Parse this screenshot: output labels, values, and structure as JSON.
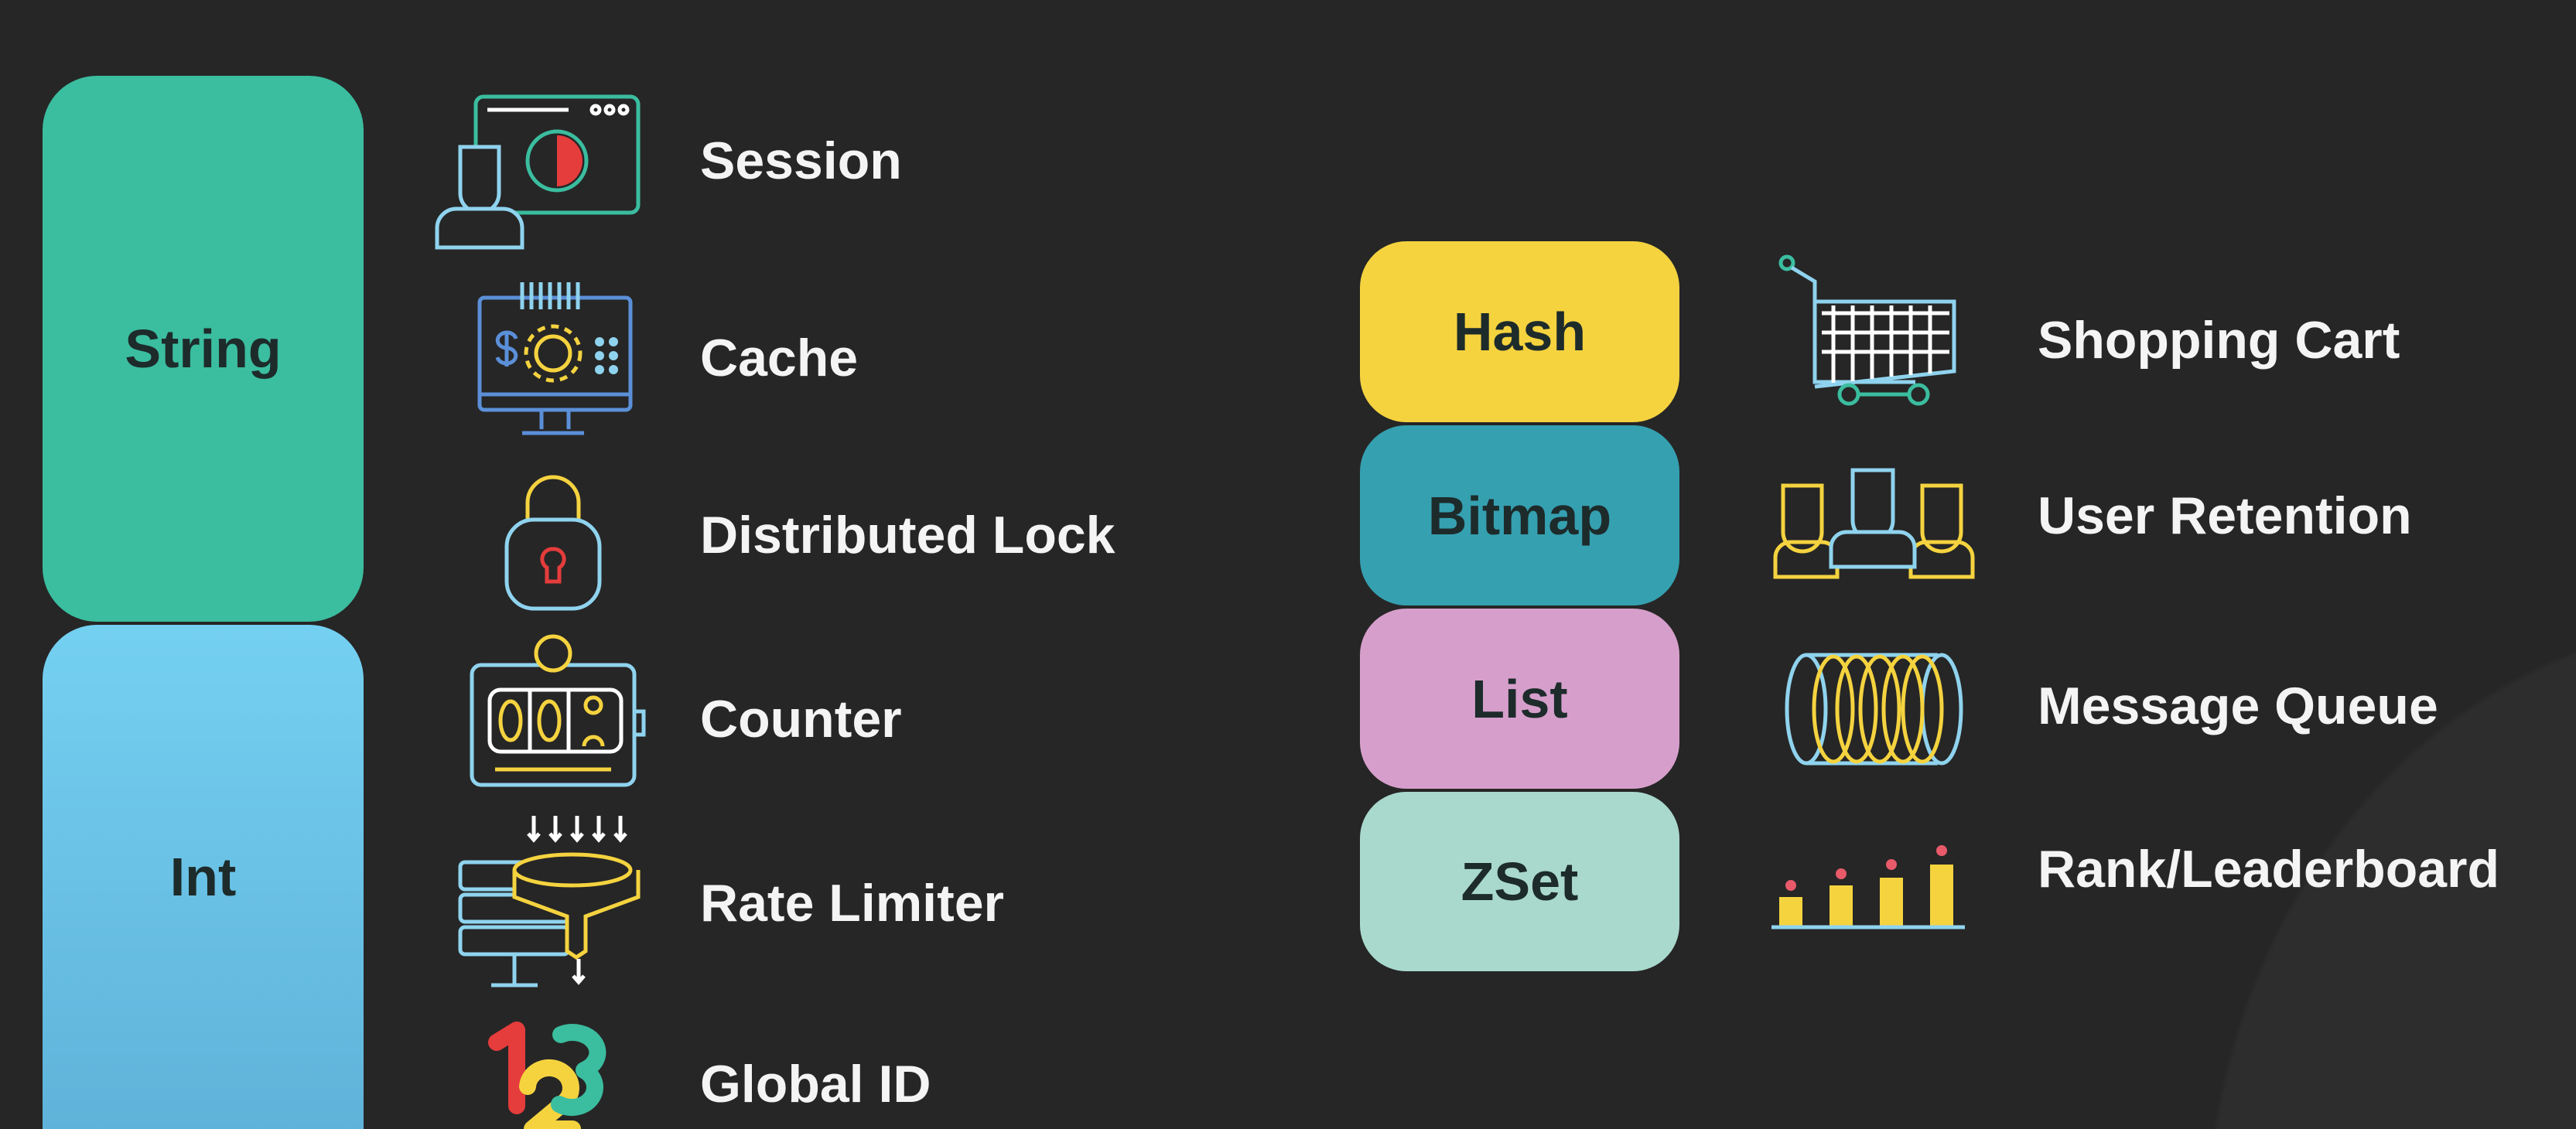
{
  "types": {
    "string": {
      "label": "String",
      "color": "#3bbd9f"
    },
    "int": {
      "label": "Int",
      "color": "#6cc8ec"
    },
    "hash": {
      "label": "Hash",
      "color": "#f5d33f"
    },
    "bitmap": {
      "label": "Bitmap",
      "color": "#35a0b0"
    },
    "list": {
      "label": "List",
      "color": "#d69fcb"
    },
    "zset": {
      "label": "ZSet",
      "color": "#a9d9cc"
    }
  },
  "use_cases": {
    "session": {
      "label": "Session",
      "icon": "session-icon"
    },
    "cache": {
      "label": "Cache",
      "icon": "cache-icon"
    },
    "lock": {
      "label": "Distributed Lock",
      "icon": "lock-icon"
    },
    "counter": {
      "label": "Counter",
      "icon": "counter-icon"
    },
    "rate_limiter": {
      "label": "Rate Limiter",
      "icon": "funnel-icon"
    },
    "global_id": {
      "label": "Global ID",
      "icon": "numbers-icon"
    },
    "shopping_cart": {
      "label": "Shopping Cart",
      "icon": "cart-icon"
    },
    "user_retention": {
      "label": "User Retention",
      "icon": "users-icon"
    },
    "message_queue": {
      "label": "Message Queue",
      "icon": "queue-icon"
    },
    "leaderboard": {
      "label": "Rank/Leaderboard",
      "icon": "bar-chart-icon"
    }
  }
}
